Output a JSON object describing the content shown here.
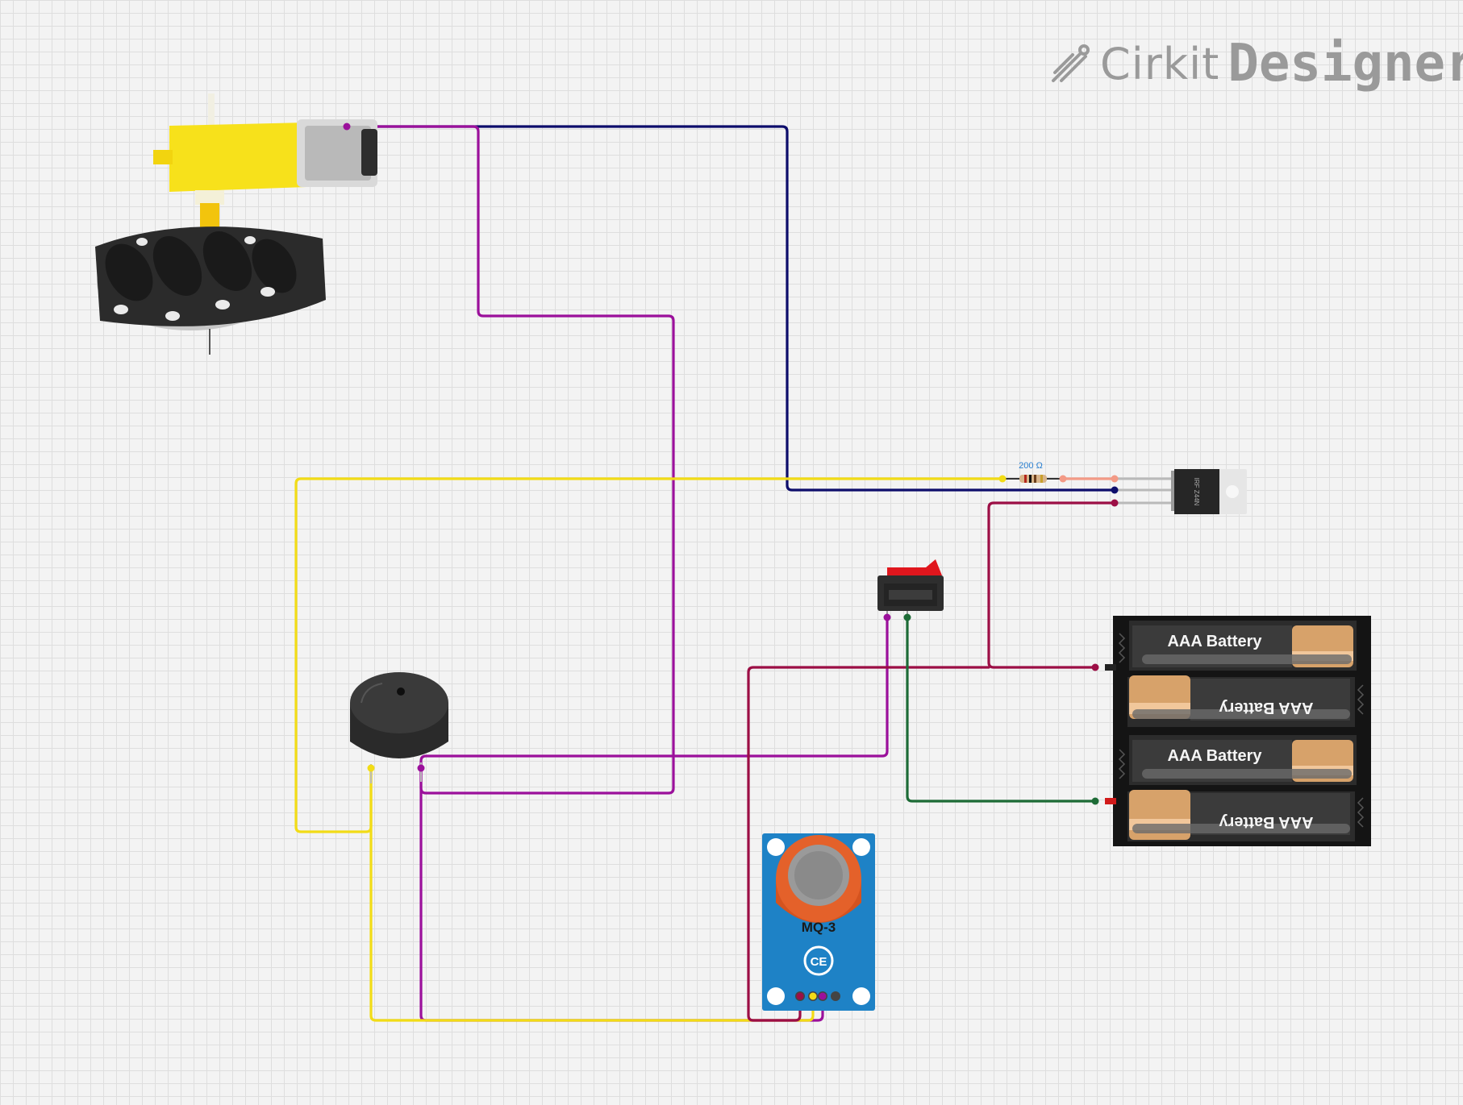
{
  "brand": {
    "name": "Cirkit",
    "product": "Designer"
  },
  "components": {
    "resistor": {
      "label": "200 Ω"
    },
    "gas_sensor": {
      "label": "MQ-3"
    },
    "mosfet": {
      "marking": "IRF Z44N"
    },
    "battery_cells": [
      "AAA Battery",
      "AAA Battery",
      "AAA Battery",
      "AAA Battery"
    ]
  },
  "wire_colors": {
    "magenta": "#9b109b",
    "navy": "#0d0d6b",
    "yellow": "#f2dc16",
    "maroon": "#9c0e45",
    "green": "#1d6b36",
    "salmon": "#f39a86"
  },
  "icons": [
    "cirkit-logo-icon",
    "dc-motor",
    "mecanum-wheel",
    "buzzer",
    "rocker-switch",
    "mq3-sensor",
    "mosfet",
    "battery-pack"
  ]
}
